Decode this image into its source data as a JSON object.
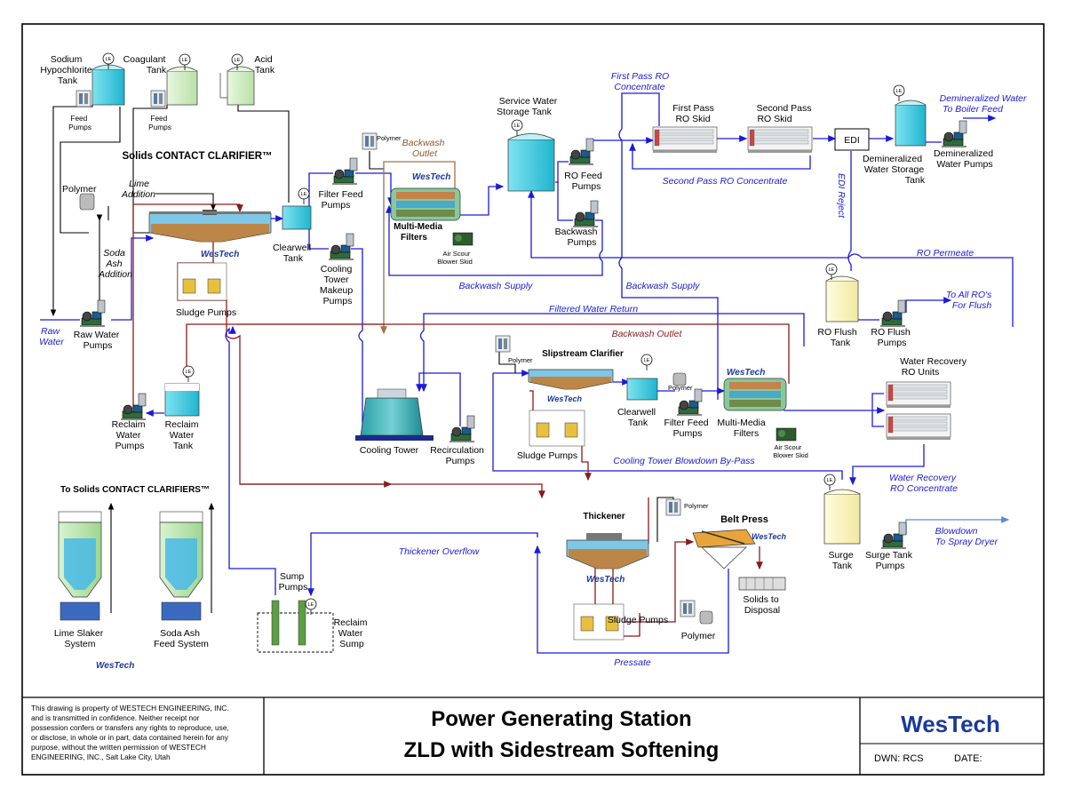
{
  "title": {
    "line1": "Power Generating Station",
    "line2": "ZLD with Sidestream Softening"
  },
  "disclaimer": [
    "This drawing is property of WESTECH ENGINEERING, INC.",
    "and is transmitted in confidence. Neither receipt nor",
    "possession confers or transfers any rights to reproduce, use,",
    "or disclose, in whole or in part, data contained herein for any",
    "purpose, without the written permission of WESTECH",
    "ENGINEERING, INC., Salt Lake City, Utah"
  ],
  "titleblock": {
    "dwn": "DWN: RCS",
    "date": "DATE:"
  },
  "brand": "WesTech",
  "tag": "LE",
  "equipment": {
    "sodium_tank": [
      "Sodium",
      "Hypochlorite",
      "Tank"
    ],
    "coagulant_tank": [
      "Coagulant",
      "Tank"
    ],
    "acid_tank": [
      "Acid",
      "Tank"
    ],
    "feed_pumps": [
      "Feed",
      "Pumps"
    ],
    "clarifier_title": "Solids CONTACT CLARIFIER™",
    "polymer": "Polymer",
    "lime_addition": [
      "Lime",
      "Addition"
    ],
    "soda_ash_addition": [
      "Soda",
      "Ash",
      "Addition"
    ],
    "raw_water_pumps": [
      "Raw Water",
      "Pumps"
    ],
    "sludge_pumps": "Sludge Pumps",
    "clearwell_tank": [
      "Clearwell",
      "Tank"
    ],
    "filter_feed_pumps": [
      "Filter Feed",
      "Pumps"
    ],
    "ct_makeup_pumps": [
      "Cooling",
      "Tower",
      "Makeup",
      "Pumps"
    ],
    "mmf": [
      "Multi-Media",
      "Filters"
    ],
    "air_scour": [
      "Air Scour",
      "Blower Skid"
    ],
    "service_water_tank": [
      "Service Water",
      "Storage Tank"
    ],
    "ro_feed_pumps": [
      "RO Feed",
      "Pumps"
    ],
    "backwash_pumps": [
      "Backwash",
      "Pumps"
    ],
    "first_pass_ro": [
      "First Pass",
      "RO Skid"
    ],
    "second_pass_ro": [
      "Second Pass",
      "RO Skid"
    ],
    "edi": "EDI",
    "demin_tank": [
      "Demineralized",
      "Water Storage",
      "Tank"
    ],
    "demin_pumps": [
      "Demineralized",
      "Water Pumps"
    ],
    "ro_flush_tank": [
      "RO Flush",
      "Tank"
    ],
    "ro_flush_pumps": [
      "RO Flush",
      "Pumps"
    ],
    "reclaim_water_pumps": [
      "Reclaim",
      "Water",
      "Pumps"
    ],
    "reclaim_water_tank": [
      "Reclaim",
      "Water",
      "Tank"
    ],
    "slipstream_clarifier": "Slipstream Clarifier",
    "cooling_tower": "Cooling Tower",
    "recirculation_pumps": [
      "Recirculation",
      "Pumps"
    ],
    "wr_ro_units": [
      "Water Recovery",
      "RO Units"
    ],
    "surge_tank": [
      "Surge",
      "Tank"
    ],
    "surge_tank_pumps": [
      "Surge Tank",
      "Pumps"
    ],
    "to_clarifiers": "To Solids CONTACT CLARIFIERS™",
    "lime_slaker": [
      "Lime Slaker",
      "System"
    ],
    "soda_ash_feed": [
      "Soda Ash",
      "Feed System"
    ],
    "sump_pumps": [
      "Sump",
      "Pumps"
    ],
    "reclaim_sump": [
      "Reclaim",
      "Water",
      "Sump"
    ],
    "thickener": "Thickener",
    "belt_press": "Belt Press",
    "solids_disposal": [
      "Solids to",
      "Disposal"
    ]
  },
  "streams": {
    "raw_water": [
      "Raw",
      "Water"
    ],
    "first_pass_conc": [
      "First Pass RO",
      "Concentrate"
    ],
    "second_pass_conc": "Second Pass RO Concentrate",
    "demin_to_boiler": [
      "Demineralized Water",
      "To Boiler Feed"
    ],
    "edi_reject": "EDI Reject",
    "ro_permeate": "RO Permeate",
    "to_all_ros": [
      "To All RO's",
      "For Flush"
    ],
    "backwash_outlet": [
      "Backwash",
      "Outlet"
    ],
    "backwash_supply": "Backwash Supply",
    "filtered_return": "Filtered Water Return",
    "backwash_outlet2": "Backwash Outlet",
    "ct_blowdown_bypass": "Cooling Tower Blowdown By-Pass",
    "wr_ro_conc": [
      "Water Recovery",
      "RO Concentrate"
    ],
    "blowdown_spray": [
      "Blowdown",
      "To Spray Dryer"
    ],
    "thickener_overflow": "Thickener Overflow",
    "pressate": "Pressate"
  }
}
